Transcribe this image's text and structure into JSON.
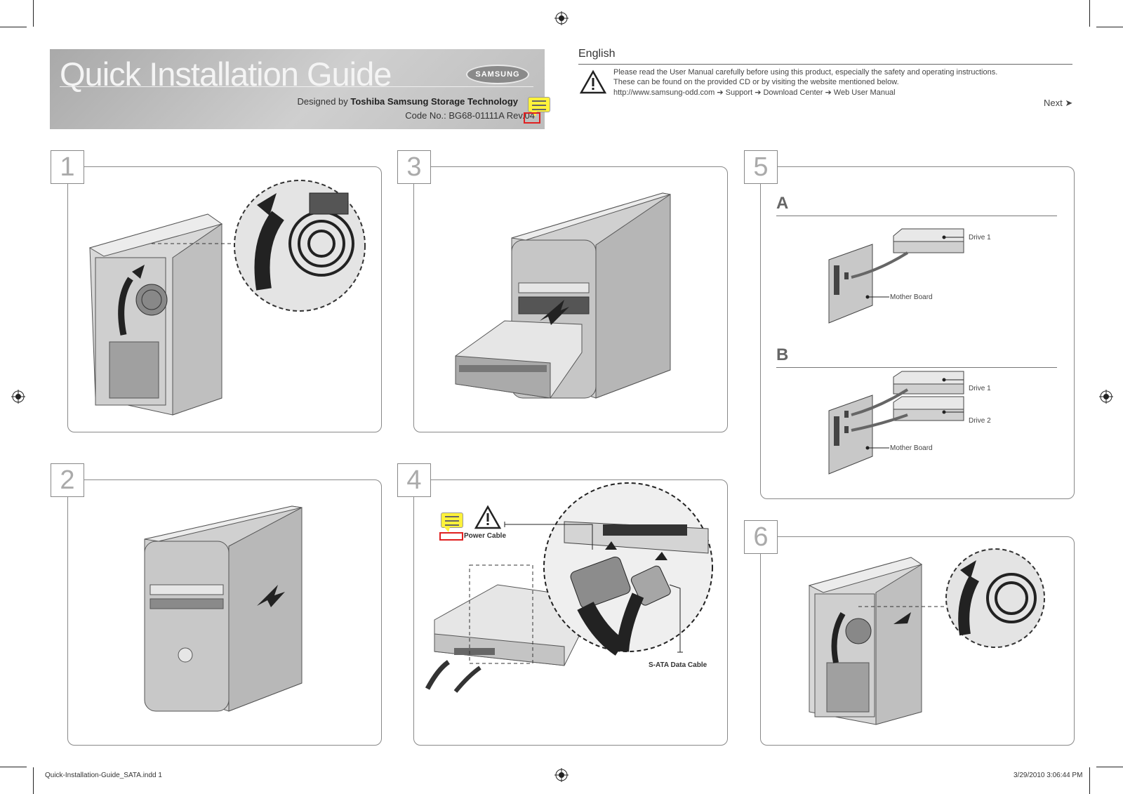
{
  "header": {
    "title": "Quick Installation Guide",
    "brand": "SAMSUNG",
    "designed_prefix": "Designed by ",
    "designed_company": "Toshiba Samsung Storage Technology",
    "code_no": "Code No.: BG68-01111A Rev.04"
  },
  "intro": {
    "language": "English",
    "line1": "Please read the User Manual carefully before using this product, especially the safety and operating instructions.",
    "line2": "These can be found on the provided CD or by visiting the website mentioned below.",
    "line3": "http://www.samsung-odd.com ➔ Support ➔ Download Center ➔ Web User Manual",
    "next": "Next ➤"
  },
  "steps": [
    "1",
    "2",
    "3",
    "4",
    "5",
    "6"
  ],
  "step4": {
    "power_cable": "Power Cable",
    "sata_cable": "S-ATA Data Cable"
  },
  "step5": {
    "option_a": "A",
    "option_b": "B",
    "drive1": "Drive 1",
    "drive2": "Drive 2",
    "mother_board": "Mother Board"
  },
  "footer": {
    "file": "Quick-Installation-Guide_SATA.indd   1",
    "timestamp": "3/29/2010   3:06:44 PM"
  }
}
